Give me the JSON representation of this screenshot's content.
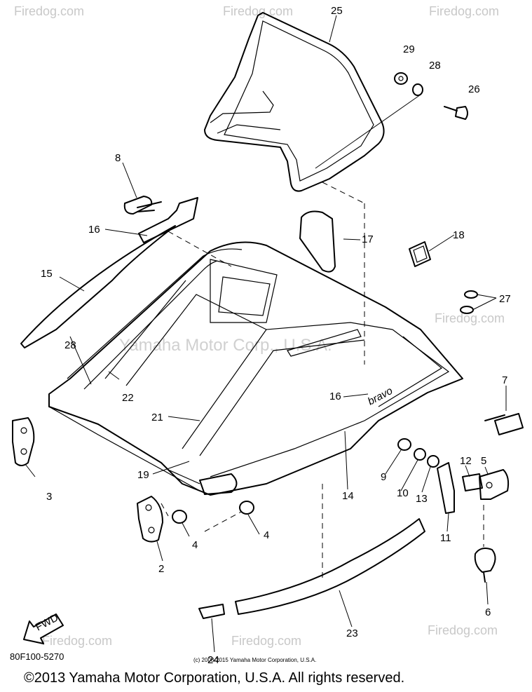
{
  "watermark": {
    "site": "Firedog.com",
    "brand": "Yamaha Motor Corp., U.S.A."
  },
  "diagram": {
    "decal_text": "bravo",
    "fwd_arrow": "FWD",
    "callouts": [
      {
        "id": "c25",
        "text": "25"
      },
      {
        "id": "c29",
        "text": "29"
      },
      {
        "id": "c28a",
        "text": "28"
      },
      {
        "id": "c26",
        "text": "26"
      },
      {
        "id": "c8",
        "text": "8"
      },
      {
        "id": "c16a",
        "text": "16"
      },
      {
        "id": "c17",
        "text": "17"
      },
      {
        "id": "c18",
        "text": "18"
      },
      {
        "id": "c15",
        "text": "15"
      },
      {
        "id": "c27",
        "text": "27"
      },
      {
        "id": "c28b",
        "text": "28"
      },
      {
        "id": "c22",
        "text": "22"
      },
      {
        "id": "c16b",
        "text": "16"
      },
      {
        "id": "c7",
        "text": "7"
      },
      {
        "id": "c21",
        "text": "21"
      },
      {
        "id": "c3",
        "text": "3"
      },
      {
        "id": "c19",
        "text": "19"
      },
      {
        "id": "c14",
        "text": "14"
      },
      {
        "id": "c9",
        "text": "9"
      },
      {
        "id": "c10",
        "text": "10"
      },
      {
        "id": "c13",
        "text": "13"
      },
      {
        "id": "c12",
        "text": "12"
      },
      {
        "id": "c5",
        "text": "5"
      },
      {
        "id": "c11",
        "text": "11"
      },
      {
        "id": "c4a",
        "text": "4"
      },
      {
        "id": "c4b",
        "text": "4"
      },
      {
        "id": "c2",
        "text": "2"
      },
      {
        "id": "c6",
        "text": "6"
      },
      {
        "id": "c23",
        "text": "23"
      },
      {
        "id": "c24",
        "text": "24"
      }
    ]
  },
  "footer": {
    "part_code": "80F100-5270",
    "small_copyright": "(c) 2008-2015 Yamaha Motor Corporation, U.S.A.",
    "copyright": "©2013 Yamaha Motor Corporation, U.S.A. All rights reserved."
  }
}
